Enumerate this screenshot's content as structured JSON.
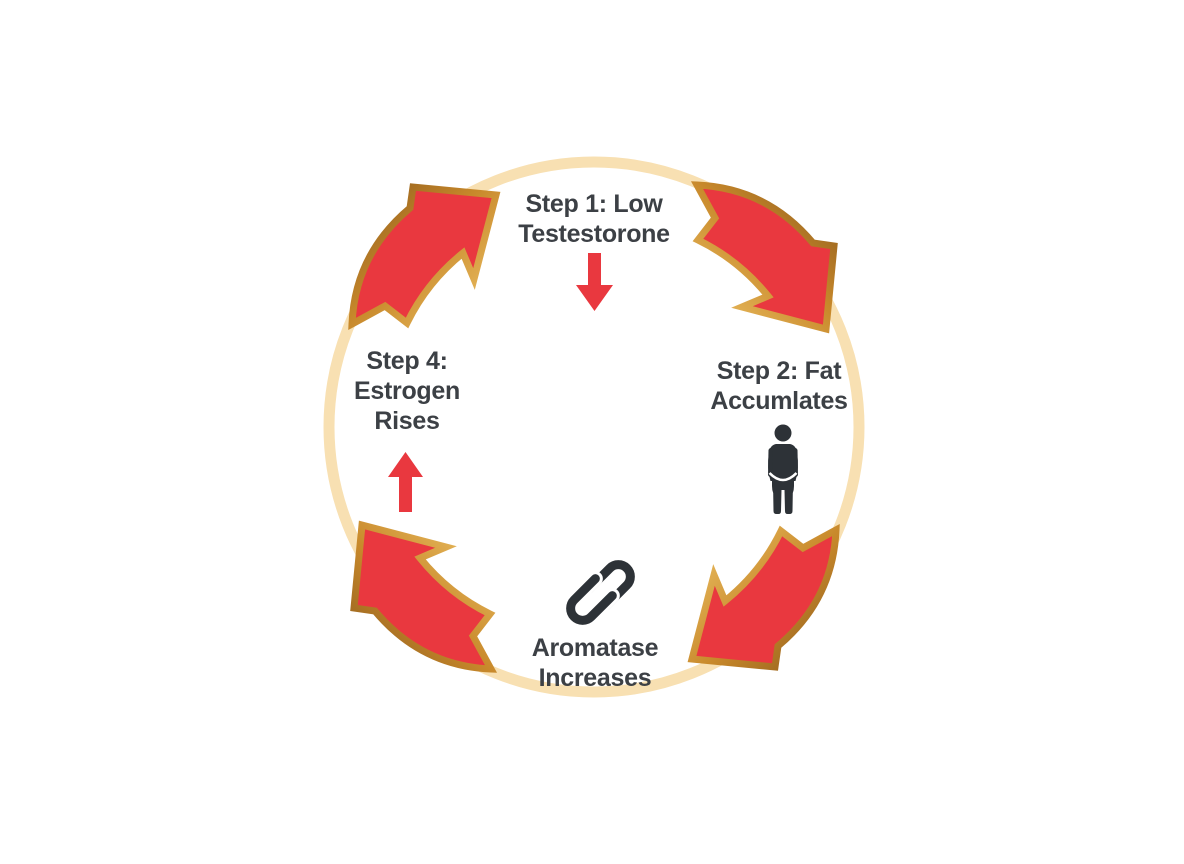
{
  "steps": [
    {
      "name": "step-1",
      "label_lines": [
        "Step 1: Low",
        "Testestorone"
      ]
    },
    {
      "name": "step-2",
      "label_lines": [
        "Step 2: Fat",
        "Accumlates"
      ]
    },
    {
      "name": "step-3",
      "label_lines": [
        "Aromatase",
        "Increases"
      ]
    },
    {
      "name": "step-4",
      "label_lines": [
        "Step 4:",
        "Estrogen",
        "Rises"
      ]
    }
  ],
  "icons": [
    "down-arrow-icon",
    "up-arrow-icon",
    "fat-body-icon",
    "aromatase-link-icon",
    "cycle-arrow-top-left",
    "cycle-arrow-top-right",
    "cycle-arrow-bottom-right",
    "cycle-arrow-bottom-left"
  ],
  "colors": {
    "arrow_red": "#e9383f",
    "gold_dark": "#8c5a1c",
    "gold_mid": "#c8892b",
    "gold_light": "#f2c96d",
    "circle_ring": "#f8e0b2",
    "text": "#3c4045",
    "icon": "#2d3237"
  }
}
